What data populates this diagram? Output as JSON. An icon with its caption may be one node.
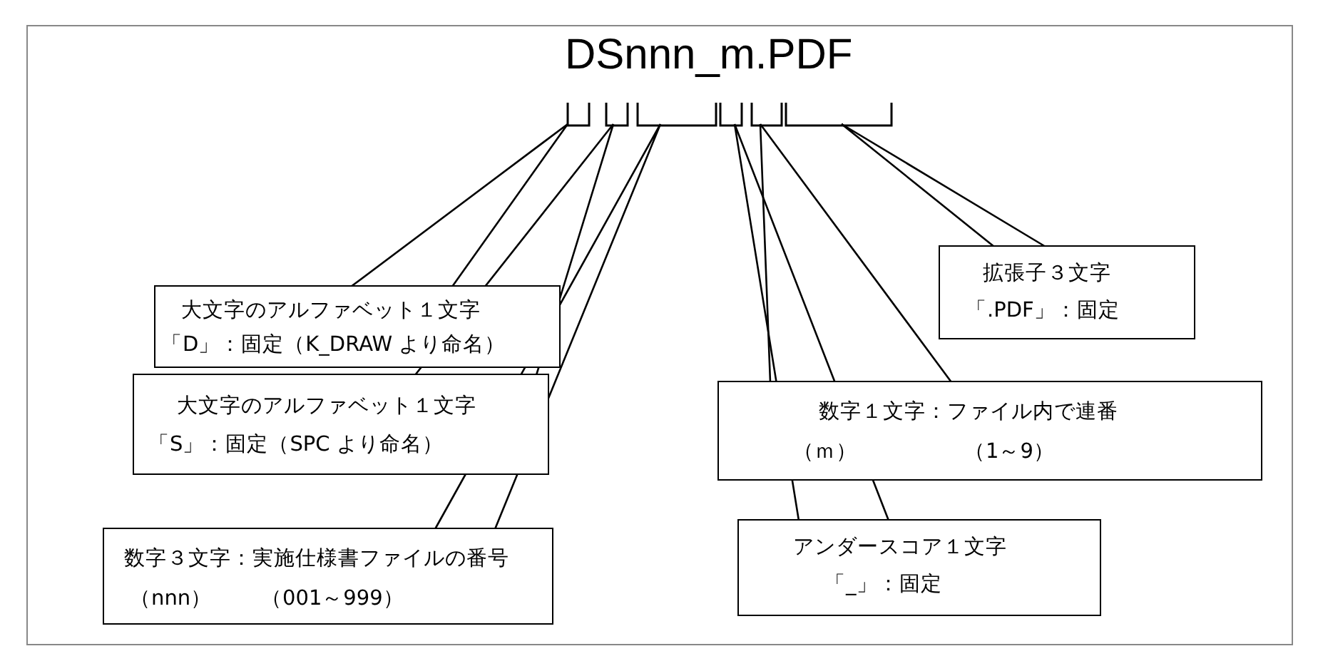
{
  "diagram": {
    "nodes": [
      {
        "text": [
          "DSnnn_m.PDF"
        ]
      },
      {
        "text": [],
        "shape": "bracket"
      },
      {
        "text": [],
        "shape": "bracket"
      },
      {
        "text": [],
        "shape": "bracket"
      },
      {
        "text": [],
        "shape": "bracket"
      },
      {
        "text": [],
        "shape": "bracket"
      },
      {
        "text": [],
        "shape": "bracket"
      },
      {
        "text": [
          "拡張子３文字",
          "「.PDF」：固定"
        ]
      },
      {
        "text": [
          "大文字のアルファベット１文字",
          "「D」：固定（K_DRAW より命名）"
        ]
      },
      {
        "text": [
          "大文字のアルファベット１文字",
          "「S」：固定（SPC より命名）"
        ]
      },
      {
        "text": [
          "数字１文字：ファイル内で連番",
          "（ｍ）",
          "（1～9）"
        ]
      },
      {
        "text": [
          "アンダースコア１文字",
          "「_」：固定"
        ]
      },
      {
        "text": [
          "数字３文字：実施仕様書ファイルの番号",
          "（nnn）",
          "（001～999）"
        ]
      }
    ],
    "edges": [
      {
        "from": 8,
        "to": 1,
        "arrow": "none"
      },
      {
        "from": 9,
        "to": 2,
        "arrow": "none"
      },
      {
        "from": 12,
        "to": 3,
        "arrow": "none"
      },
      {
        "from": 11,
        "to": 4,
        "arrow": "none"
      },
      {
        "from": 10,
        "to": 5,
        "arrow": "none"
      },
      {
        "from": 7,
        "to": 6,
        "arrow": "none"
      }
    ]
  }
}
